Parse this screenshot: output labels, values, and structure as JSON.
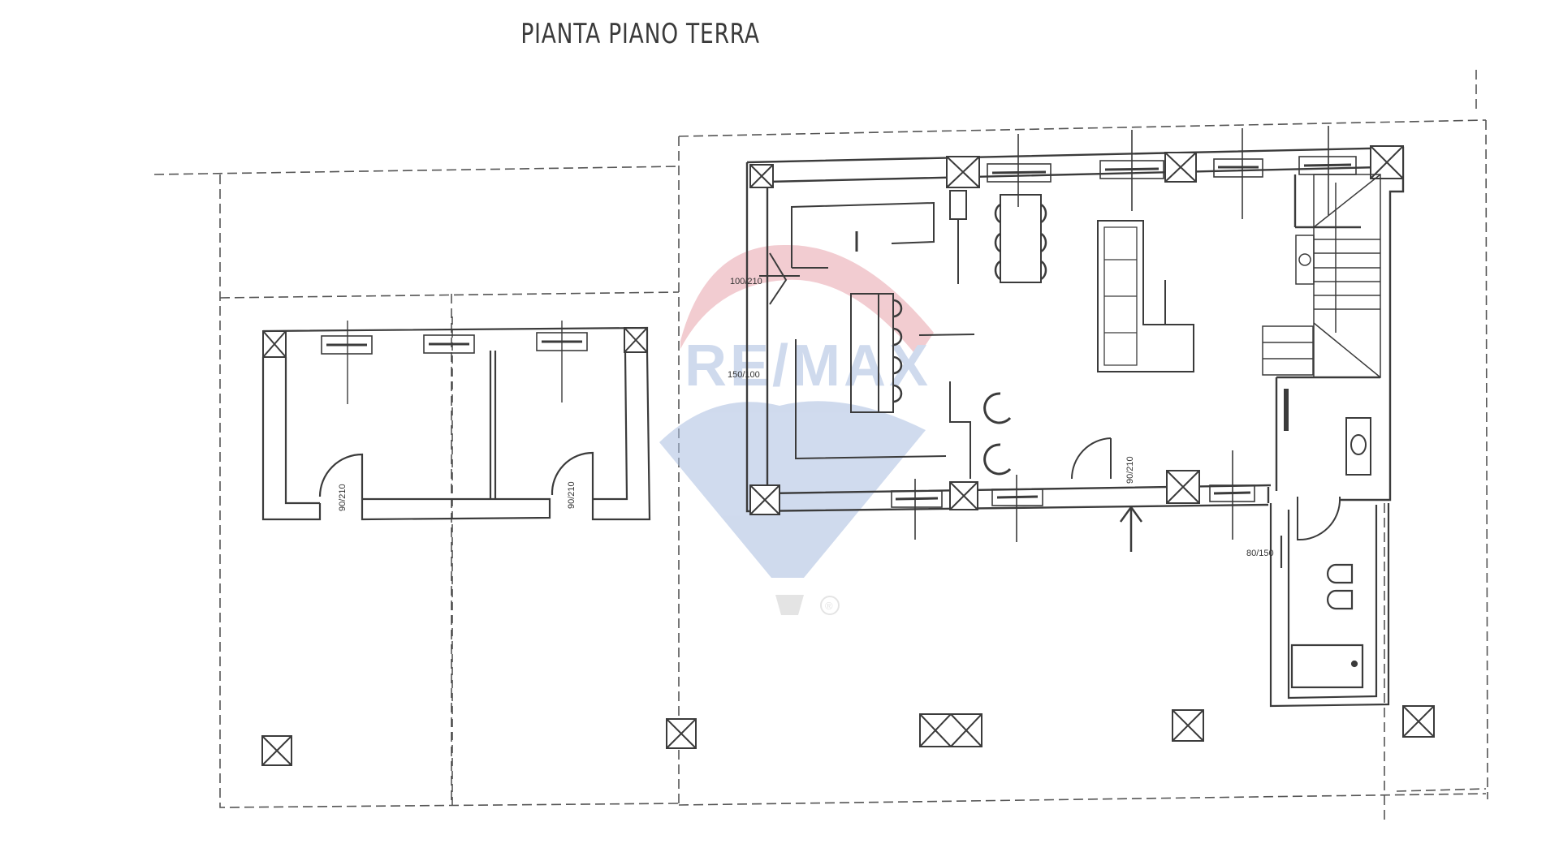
{
  "title": "PIANTA PIANO TERRA",
  "watermark": {
    "brand": "RE/MAX",
    "registered": "®",
    "colors": {
      "red": "#e8a3ab",
      "blue": "#a9bde0",
      "gray": "#cfcfcf"
    }
  },
  "dimension_labels": {
    "window_main_left": "100/210",
    "window_main_left_lower": "150/100",
    "bath_window": "80/150",
    "entrance_door": "90/210",
    "annex_door_left": "90/210",
    "annex_door_right": "90/210"
  },
  "colors": {
    "line": "#3b3b3b",
    "dashed": "#555555",
    "background": "#ffffff"
  }
}
